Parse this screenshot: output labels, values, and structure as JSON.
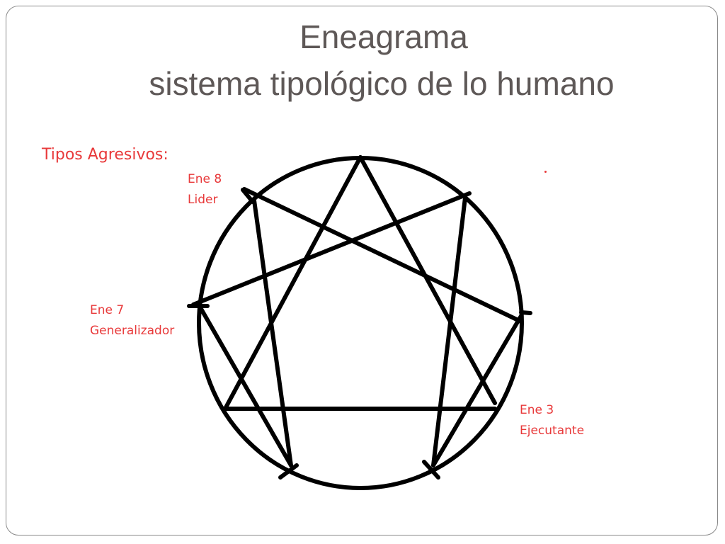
{
  "slide": {
    "title_line_1": "Eneagrama",
    "title_line_2": "sistema tipológico de lo humano"
  },
  "annotations": {
    "heading": "Tipos Agresivos:",
    "type_8": {
      "name": "Ene 8",
      "role": "Lider"
    },
    "type_7": {
      "name": "Ene 7",
      "role": "Generalizador"
    },
    "type_3": {
      "name": "Ene 3",
      "role": "Ejecutante"
    }
  },
  "colors": {
    "title": "#5e5857",
    "annotation": "#e8393a",
    "figure": "#000000",
    "frame": "#8a8a8a"
  }
}
